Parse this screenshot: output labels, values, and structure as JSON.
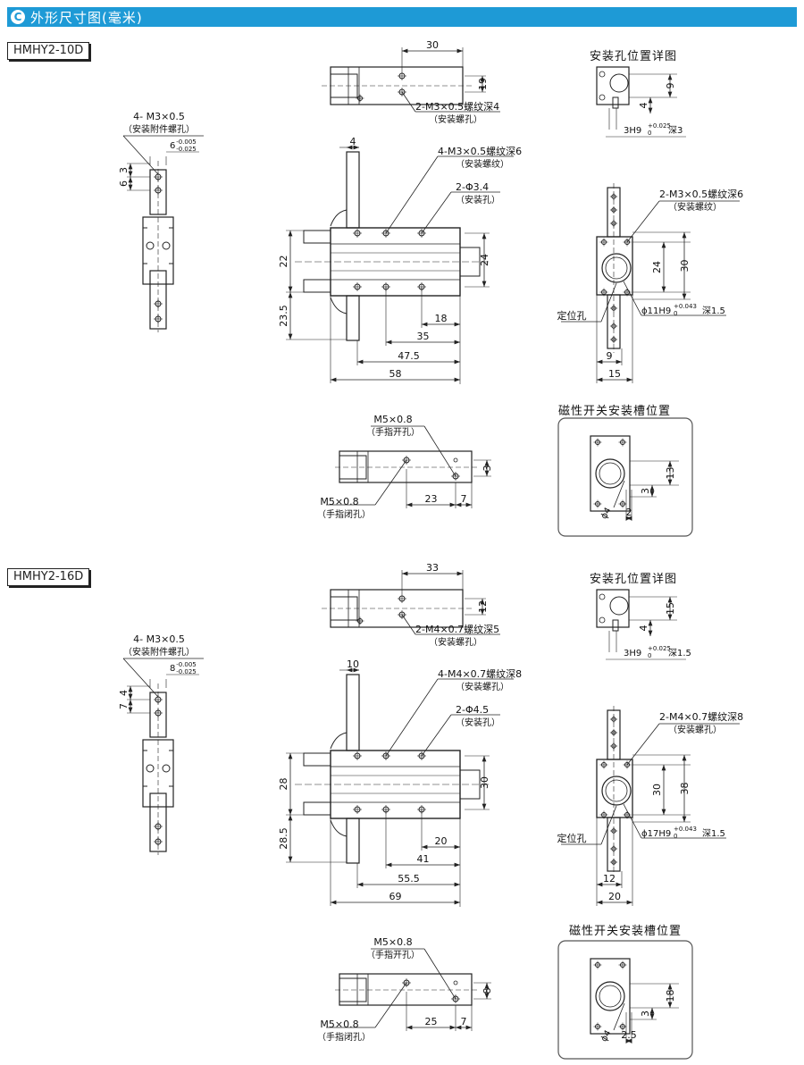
{
  "header": {
    "badge": "C",
    "title": "外形尺寸图(毫米)"
  },
  "colors": {
    "header": "#1e9ad6",
    "line": "#222222",
    "box": "#555555"
  },
  "sections": [
    {
      "model": "HMHY2-10D",
      "detail_title": "安装孔位置详图",
      "magnet_title": "磁性开关安装槽位置",
      "side": {
        "note1": "4- M3×0.5",
        "note2": "（安装附件螺孔）",
        "tol_base": "6",
        "tol_up": "-0.005",
        "tol_down": "-0.025",
        "d1": "3",
        "d2": "6"
      },
      "top": {
        "w": "30",
        "h": "19",
        "note1": "2-M3×0.5螺纹深4",
        "note2": "（安装螺孔）"
      },
      "front": {
        "d4": "4",
        "n1": "4-M3×0.5螺纹深6",
        "n1b": "（安装螺纹）",
        "n2": "2-Φ3.4",
        "n2b": "（安装孔）",
        "d22": "22",
        "d23": "23.5",
        "d24": "24",
        "d18": "18",
        "d35": "35",
        "d47": "47.5",
        "d58": "58"
      },
      "hand": {
        "n1": "M5×0.8",
        "n1b": "（手指开孔）",
        "n2": "M5×0.8",
        "n2b": "（手指闭孔）",
        "d3": "3",
        "d23": "23",
        "d7": "7"
      },
      "detail": {
        "d9": "9",
        "d4": "4",
        "tol": "3H9",
        "tu": "+0.025",
        "td": "0",
        "depth": "深3"
      },
      "end": {
        "n1": "2-M3×0.5螺纹深6",
        "n1b": "（安装螺纹）",
        "d24": "24",
        "d30": "30",
        "pos": "定位孔",
        "phi": "ϕ11H9",
        "tu": "+0.043",
        "td": "0",
        "depth": "深1.5",
        "d9": "9",
        "d15": "15"
      },
      "mag": {
        "d13": "13",
        "d3": "3",
        "phi": "ϕ4",
        "d2": "2"
      }
    },
    {
      "model": "HMHY2-16D",
      "detail_title": "安装孔位置详图",
      "magnet_title": "磁性开关安装槽位置",
      "side": {
        "note1": "4- M3×0.5",
        "note2": "（安装附件螺孔）",
        "tol_base": "8",
        "tol_up": "-0.005",
        "tol_down": "-0.025",
        "d1": "4",
        "d2": "7"
      },
      "top": {
        "w": "33",
        "h": "12",
        "note1": "2-M4×0.7螺纹深5",
        "note2": "（安装螺孔）"
      },
      "front": {
        "d4": "10",
        "n1": "4-M4×0.7螺纹深8",
        "n1b": "（安装螺孔）",
        "n2": "2-Φ4.5",
        "n2b": "（安装孔）",
        "d22": "28",
        "d23": "28.5",
        "d24": "30",
        "d18": "20",
        "d35": "41",
        "d47": "55.5",
        "d58": "69"
      },
      "hand": {
        "n1": "M5×0.8",
        "n1b": "（手指开孔）",
        "n2": "M5×0.8",
        "n2b": "（手指闭孔）",
        "d3": "8",
        "d23": "25",
        "d7": "7"
      },
      "detail": {
        "d9": "15",
        "d4": "4",
        "tol": "3H9",
        "tu": "+0.025",
        "td": "0",
        "depth": "深1.5"
      },
      "end": {
        "n1": "2-M4×0.7螺纹深8",
        "n1b": "（安装螺孔）",
        "d24": "30",
        "d30": "38",
        "pos": "定位孔",
        "phi": "ϕ17H9",
        "tu": "+0.043",
        "td": "0",
        "depth": "深1.5",
        "d9": "12",
        "d15": "20"
      },
      "mag": {
        "d13": "18",
        "d3": "3",
        "phi": "ϕ4",
        "d2": "2.5"
      }
    }
  ]
}
